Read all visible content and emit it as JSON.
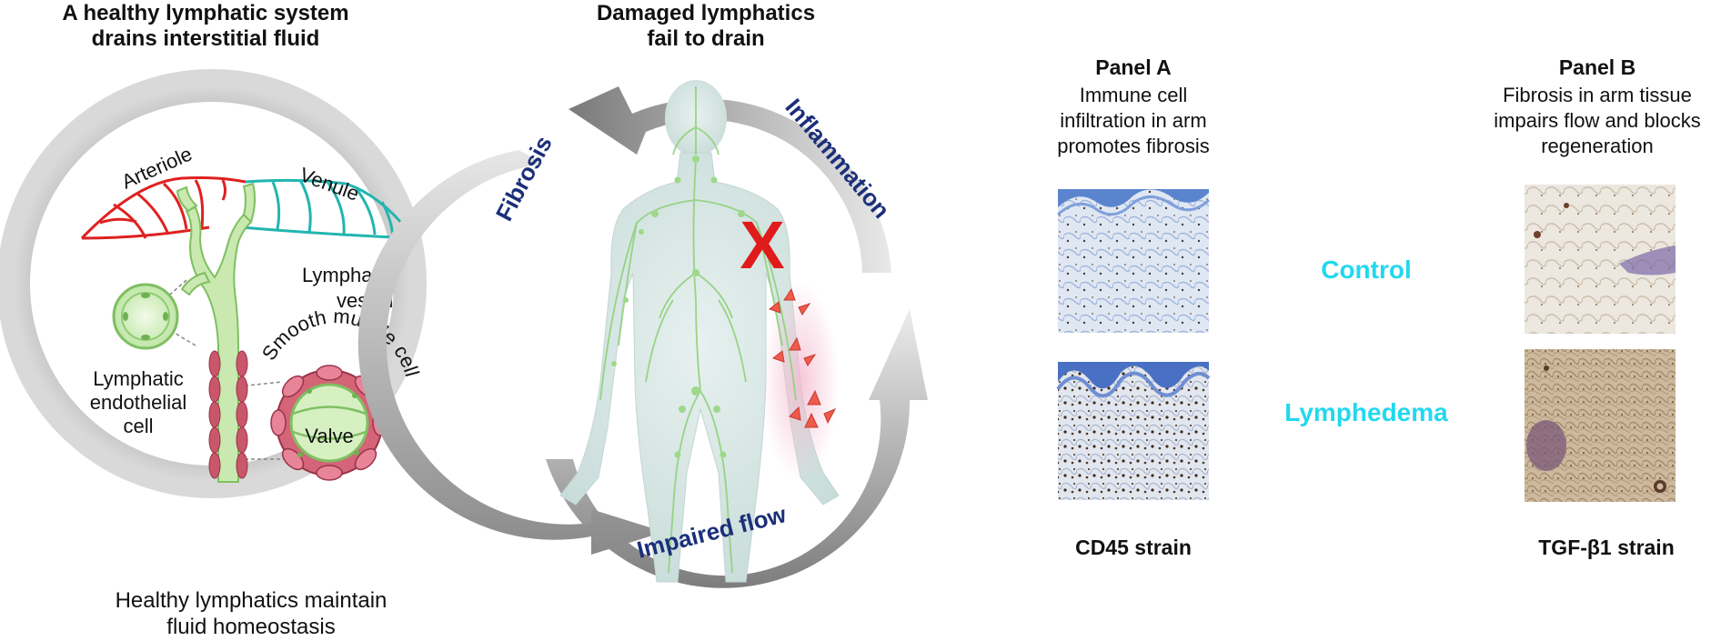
{
  "left": {
    "title_lines": [
      "A healthy lymphatic system",
      "drains interstitial fluid"
    ],
    "labels": {
      "arteriole": "Arteriole",
      "venule": "Venule",
      "lymphatic_vessel_lines": [
        "Lymphatic",
        "vessel"
      ],
      "endothelial_lines": [
        "Lymphatic",
        "endothelial",
        "cell"
      ],
      "smooth_muscle": "Smooth muscle cell",
      "valve": "Valve"
    },
    "caption_lines": [
      "Healthy lymphatics maintain",
      "fluid homeostasis"
    ]
  },
  "middle": {
    "title_lines": [
      "Damaged lymphatics",
      "fail to drain"
    ],
    "cycle_labels": {
      "fibrosis": "Fibrosis",
      "inflammation": "Inflammation",
      "impaired_flow": "Impaired flow"
    },
    "x_mark": "X"
  },
  "right": {
    "panel_a": {
      "heading": "Panel A",
      "description_lines": [
        "Immune cell",
        "infiltration in arm",
        "promotes fibrosis"
      ],
      "strain": "CD45 strain"
    },
    "panel_b": {
      "heading": "Panel B",
      "description_lines": [
        "Fibrosis in arm tissue",
        "impairs flow and blocks",
        "regeneration"
      ],
      "strain": "TGF-β1 strain"
    },
    "row_labels": {
      "control": "Control",
      "lymphedema": "Lymphedema"
    }
  },
  "colors": {
    "arteriole": "#e02020",
    "venule": "#22b5b0",
    "lymph_green": "#9ed88a",
    "cycle_text": "#1b2f7a",
    "row_label": "#22d8ee",
    "x_mark": "#e01b1b",
    "muscle": "#c9566a"
  }
}
